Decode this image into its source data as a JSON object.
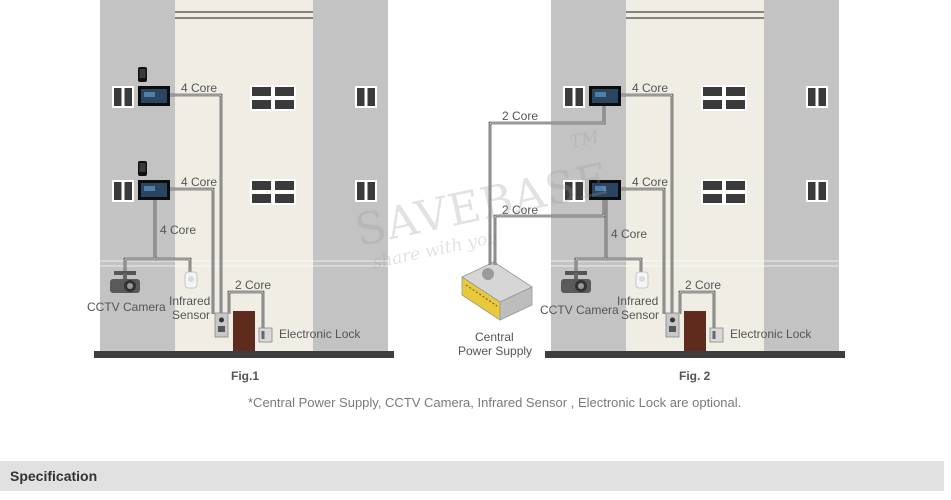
{
  "watermark": {
    "brand": "SAVEBASE",
    "slogan": "share with you",
    "mark": "TM"
  },
  "fig1": {
    "caption": "Fig.1",
    "wire_labels": {
      "monitor_top": "4 Core",
      "monitor_mid": "4 Core",
      "camera": "4 Core",
      "lock": "2 Core"
    },
    "labels": {
      "cctv": "CCTV Camera",
      "infrared_line1": "Infrared",
      "infrared_line2": "Sensor",
      "lock": "Electronic Lock"
    }
  },
  "fig2": {
    "caption": "Fig. 2",
    "wire_labels": {
      "psu_top": "2 Core",
      "psu_mid": "2 Core",
      "monitor_top": "4 Core",
      "monitor_mid": "4 Core",
      "camera": "4 Core",
      "lock": "2 Core"
    },
    "labels": {
      "psu_line1": "Central",
      "psu_line2": "Power Supply",
      "cctv": "CCTV Camera",
      "infrared_line1": "Infrared",
      "infrared_line2": "Sensor",
      "lock": "Electronic Lock"
    }
  },
  "footnote": "*Central Power Supply, CCTV Camera, Infrared Sensor , Electronic Lock are optional.",
  "spec": {
    "title": "Specification"
  },
  "colors": {
    "building_side": "#c3c3c3",
    "building_center": "#efede4",
    "ground": "#3e3e3e",
    "door": "#5e2b1d",
    "wire": "#333333"
  }
}
